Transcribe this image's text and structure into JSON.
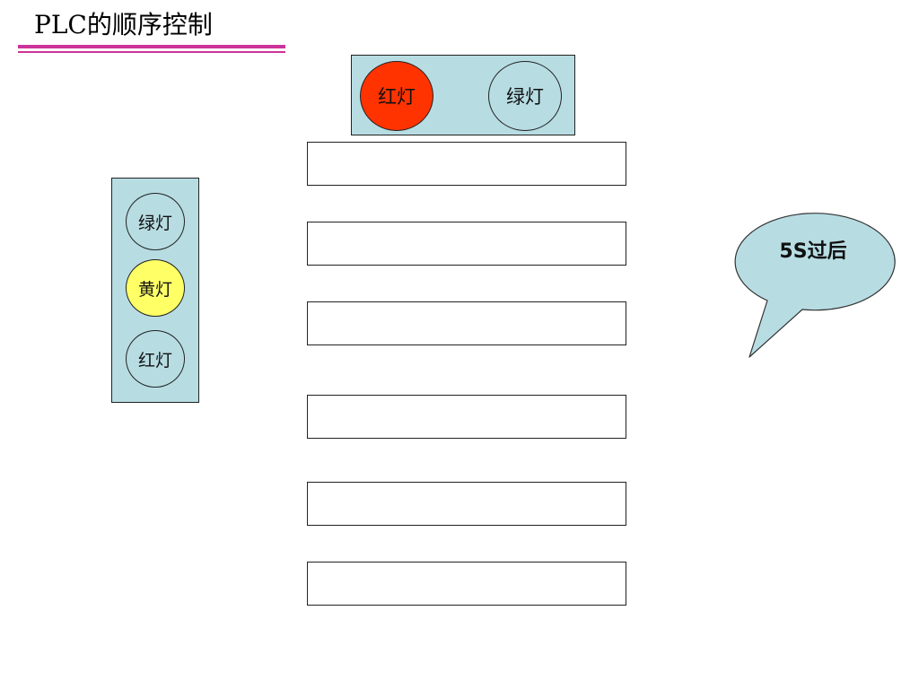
{
  "title": "PLC的顺序控制",
  "top_panel": {
    "lamps": [
      {
        "label": "红灯",
        "color": "#ff3300",
        "state": "on"
      },
      {
        "label": "绿灯",
        "color": "#b7dde3",
        "state": "off"
      }
    ]
  },
  "left_panel": {
    "lamps": [
      {
        "label": "绿灯",
        "color": "#b7dde3",
        "state": "off"
      },
      {
        "label": "黄灯",
        "color": "#ffff66",
        "state": "on"
      },
      {
        "label": "红灯",
        "color": "#b7dde3",
        "state": "off"
      }
    ]
  },
  "sequence_boxes": [
    "",
    "",
    "",
    "",
    "",
    ""
  ],
  "callout": {
    "text": "5S过后"
  },
  "colors": {
    "accent_rule": "#cc3399",
    "panel_fill": "#b7dde3",
    "lamp_red_on": "#ff3300",
    "lamp_yellow_on": "#ffff66"
  }
}
